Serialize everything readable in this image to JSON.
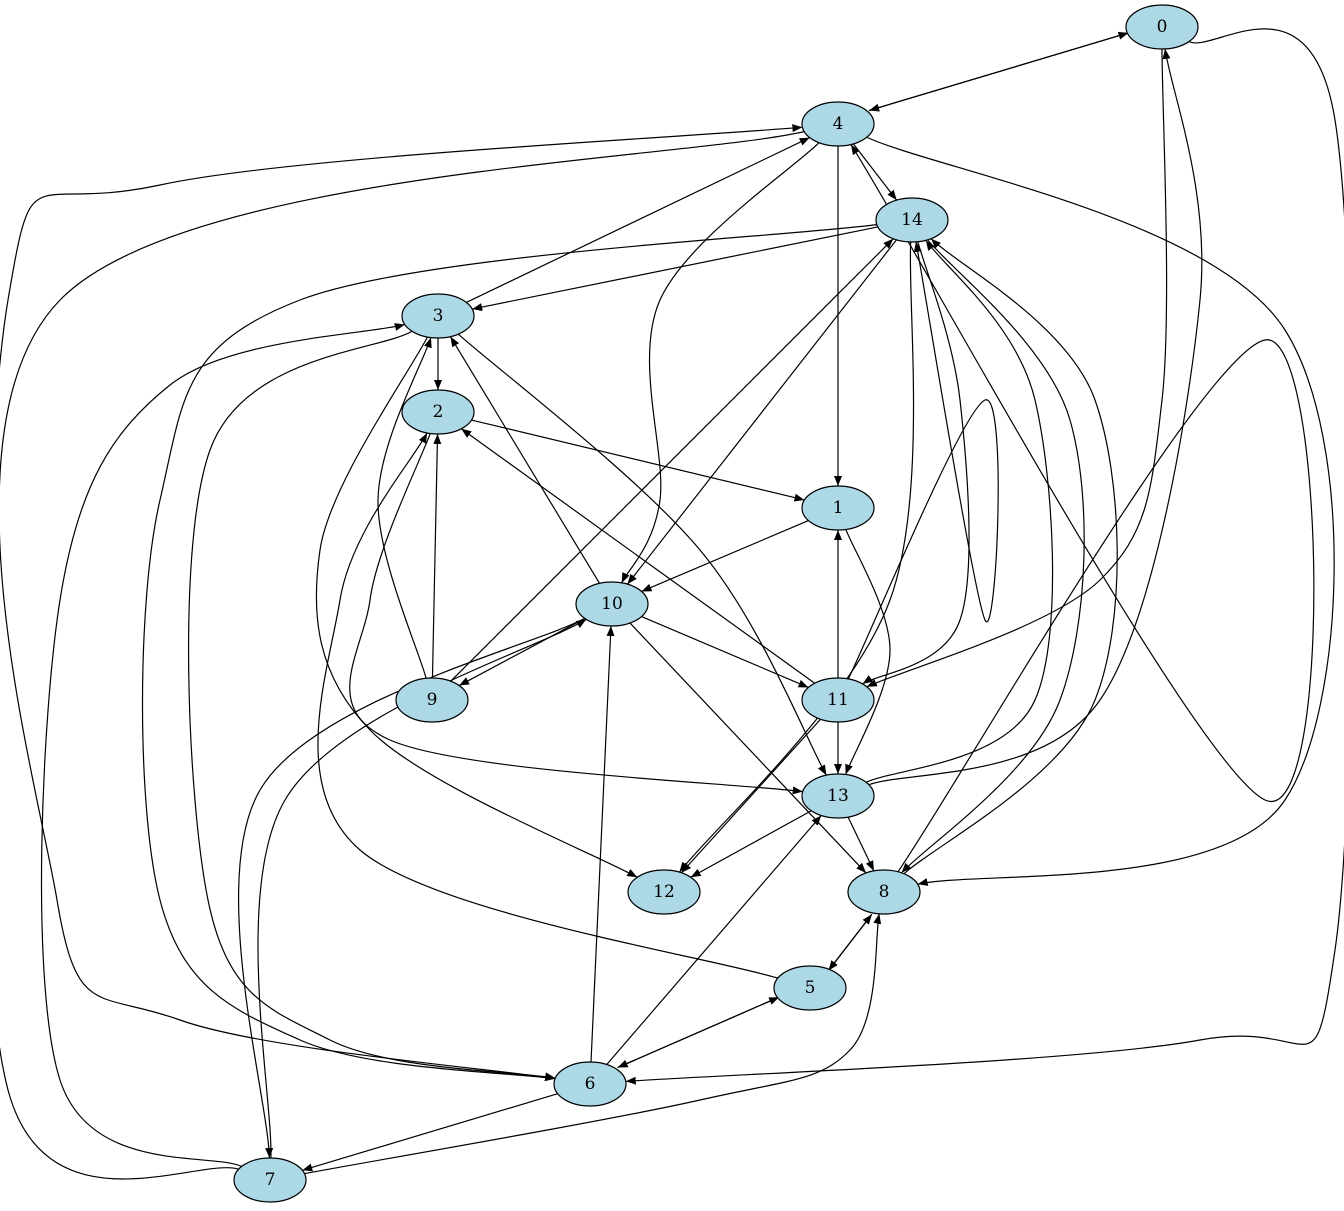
{
  "graph": {
    "type": "directed",
    "node_color": "#add8e6",
    "nodes": [
      "0",
      "1",
      "2",
      "3",
      "4",
      "5",
      "6",
      "7",
      "8",
      "9",
      "10",
      "11",
      "12",
      "13",
      "14"
    ],
    "edges": [
      [
        "0",
        "4"
      ],
      [
        "4",
        "0"
      ],
      [
        "0",
        "6"
      ],
      [
        "0",
        "11"
      ],
      [
        "13",
        "0"
      ],
      [
        "4",
        "14"
      ],
      [
        "4",
        "1"
      ],
      [
        "4",
        "10"
      ],
      [
        "3",
        "4"
      ],
      [
        "7",
        "4"
      ],
      [
        "4",
        "6"
      ],
      [
        "4",
        "8"
      ],
      [
        "8",
        "4"
      ],
      [
        "14",
        "3"
      ],
      [
        "14",
        "10"
      ],
      [
        "14",
        "12"
      ],
      [
        "14",
        "11"
      ],
      [
        "11",
        "14"
      ],
      [
        "13",
        "14"
      ],
      [
        "14",
        "8"
      ],
      [
        "8",
        "14"
      ],
      [
        "14",
        "6"
      ],
      [
        "9",
        "14"
      ],
      [
        "3",
        "2"
      ],
      [
        "3",
        "13"
      ],
      [
        "3",
        "12"
      ],
      [
        "3",
        "6"
      ],
      [
        "7",
        "3"
      ],
      [
        "9",
        "3"
      ],
      [
        "10",
        "3"
      ],
      [
        "2",
        "1"
      ],
      [
        "2",
        "13"
      ],
      [
        "5",
        "2"
      ],
      [
        "9",
        "2"
      ],
      [
        "11",
        "2"
      ],
      [
        "1",
        "10"
      ],
      [
        "1",
        "13"
      ],
      [
        "11",
        "1"
      ],
      [
        "10",
        "9"
      ],
      [
        "10",
        "11"
      ],
      [
        "10",
        "8"
      ],
      [
        "10",
        "7"
      ],
      [
        "7",
        "10"
      ],
      [
        "6",
        "10"
      ],
      [
        "11",
        "13"
      ],
      [
        "11",
        "12"
      ],
      [
        "13",
        "12"
      ],
      [
        "13",
        "8"
      ],
      [
        "6",
        "13"
      ],
      [
        "8",
        "5"
      ],
      [
        "5",
        "8"
      ],
      [
        "5",
        "6"
      ],
      [
        "6",
        "5"
      ],
      [
        "6",
        "7"
      ],
      [
        "7",
        "8"
      ]
    ]
  }
}
